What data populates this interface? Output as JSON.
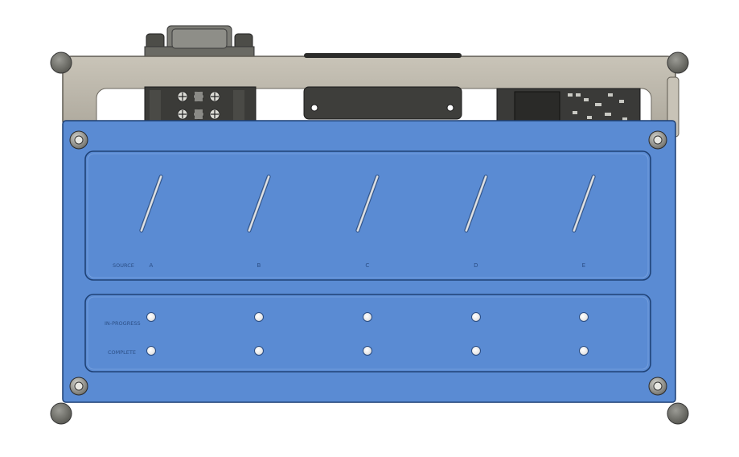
{
  "inputs": {
    "row_label": "SOURCE",
    "channels": [
      "A",
      "B",
      "C",
      "D",
      "E"
    ],
    "knob_icon": "slider-slot-icon"
  },
  "indicators": {
    "rows": [
      {
        "label": "IN-PROGRESS"
      },
      {
        "label": "COMPLETE"
      }
    ]
  },
  "colors": {
    "panel": "#5a8bd3",
    "panel_border": "#1d3f73",
    "housing": "#c2bdb1",
    "screw": "#7a7a74"
  }
}
